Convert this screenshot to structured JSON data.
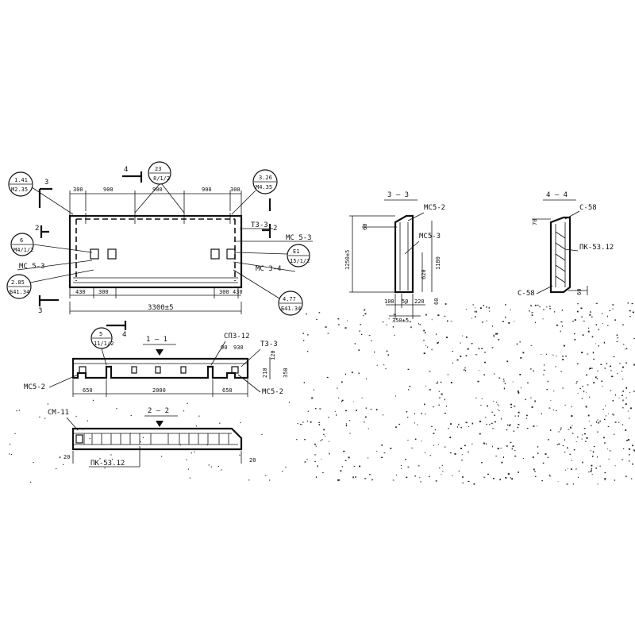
{
  "plan": {
    "top_dims": [
      "300",
      "900",
      "900",
      "900",
      "300"
    ],
    "bottom_dims": [
      "430",
      "300",
      "300",
      "430"
    ],
    "overall_dim": "3300±5",
    "section_3": "3",
    "section_4": "4",
    "section_2": "2",
    "callout_left_top": {
      "top": "1.41",
      "bottom": "М2.35"
    },
    "callout_mid_top": {
      "top": "23",
      "bottom": "8/1/2"
    },
    "callout_right_top": {
      "top": "3.26",
      "bottom": "М4.35"
    },
    "callout_left_6": {
      "top": "6",
      "bottom": "М4/1/2"
    },
    "callout_left_285": {
      "top": "2.85",
      "bottom": "Б41.34"
    },
    "callout_right_el": {
      "top": "Е1",
      "bottom": "15/1/2"
    },
    "callout_right_477": {
      "top": "4.77",
      "bottom": "Б41.34"
    },
    "labels": {
      "mc53_left": "МС 5-3",
      "t33": "ТЗ-3",
      "mc53_right": "МС 5-3",
      "mc34": "МС 3-4"
    }
  },
  "section_1": {
    "title": "1 — 1",
    "callout": {
      "top": "5",
      "bottom": "11/1/2"
    },
    "dims": [
      "650",
      "2000",
      "650"
    ],
    "top_small": [
      "90",
      "930"
    ],
    "height_dims": [
      "350",
      "210",
      "120"
    ],
    "labels": {
      "sp": "СП3-12",
      "t33": "ТЗ-3",
      "mc52_left": "МС5-2",
      "mc52_right": "МС5-2"
    }
  },
  "section_2": {
    "title": "2 — 2",
    "labels": {
      "sm": "СМ-11",
      "pk": "ПК-53.12"
    },
    "dims": [
      "20",
      "20"
    ]
  },
  "section_3": {
    "title": "3 — 3",
    "labels": {
      "mc52": "МС5-2",
      "mc53": "МС5-3"
    },
    "dims_v": [
      "1250±5",
      "1180",
      "620",
      "60",
      "60"
    ],
    "dims_h": [
      "100",
      "50",
      "220"
    ],
    "width_dim": "350±5"
  },
  "section_4": {
    "title": "4 — 4",
    "labels": {
      "c58_top": "С-58",
      "pk": "ПК-53.12",
      "c58_bottom": "С-58"
    },
    "dims": [
      "70",
      "60"
    ]
  }
}
